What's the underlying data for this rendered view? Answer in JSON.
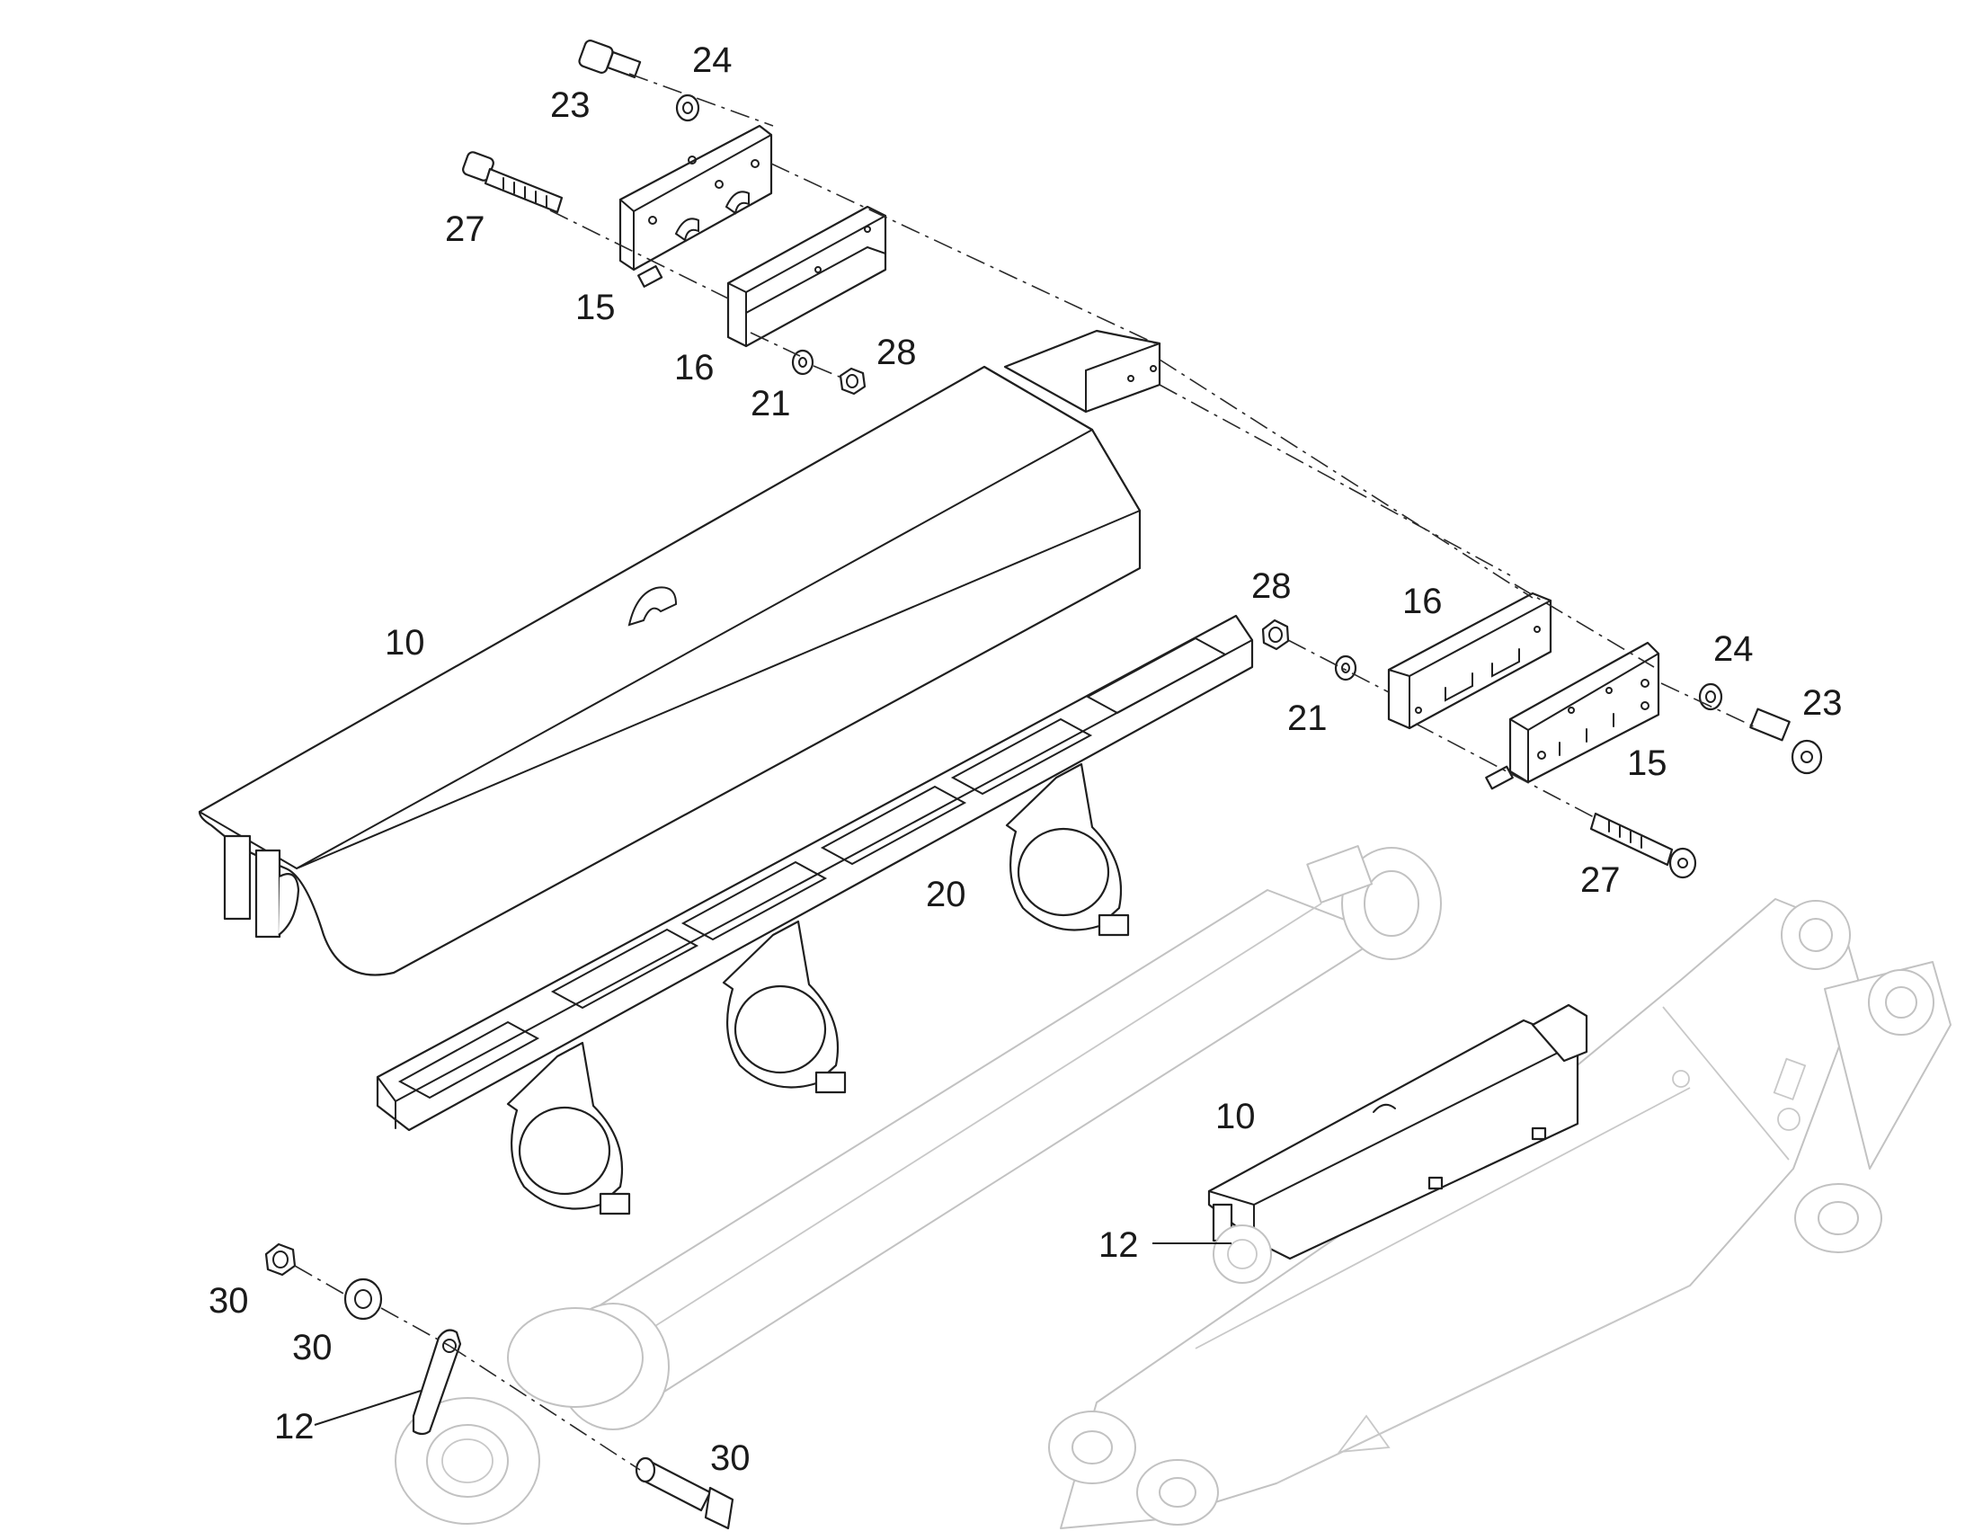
{
  "callouts": {
    "c23_top": "23",
    "c24_top": "24",
    "c27_top": "27",
    "c15_top": "15",
    "c16_top": "16",
    "c21_top": "21",
    "c28_top": "28",
    "c10_main": "10",
    "c20": "20",
    "c28_right": "28",
    "c16_right": "16",
    "c21_right": "21",
    "c24_right": "24",
    "c23_right": "23",
    "c15_right": "15",
    "c27_right": "27",
    "c10_inset": "10",
    "c12_inset": "12",
    "c30_nut": "30",
    "c30_washer": "30",
    "c12_bracket": "12",
    "c30_bolt": "30"
  }
}
